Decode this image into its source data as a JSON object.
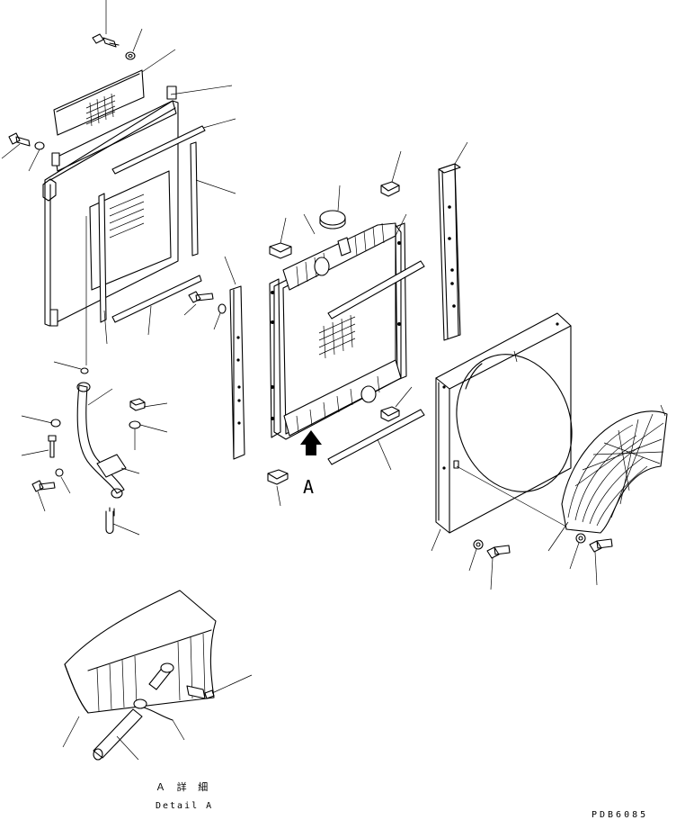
{
  "view_marker": "A",
  "detail": {
    "title_jp": "Ａ 詳 細",
    "title_en": "Detail A"
  },
  "drawing_code": "PDB6085"
}
